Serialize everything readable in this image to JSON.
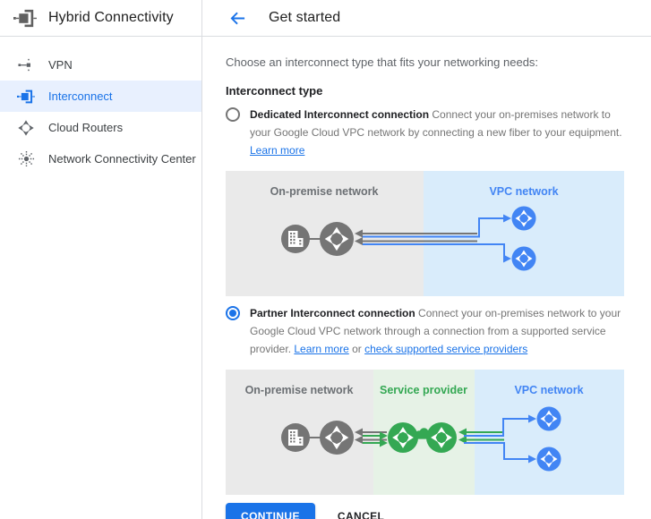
{
  "sidebar": {
    "title": "Hybrid Connectivity",
    "logo_icon": "hybrid-connectivity-icon",
    "items": [
      {
        "label": "VPN",
        "icon": "vpn-icon",
        "selected": false
      },
      {
        "label": "Interconnect",
        "icon": "interconnect-icon",
        "selected": true
      },
      {
        "label": "Cloud Routers",
        "icon": "cloud-routers-icon",
        "selected": false
      },
      {
        "label": "Network Connectivity Center",
        "icon": "network-connectivity-center-icon",
        "selected": false
      }
    ]
  },
  "header": {
    "title": "Get started",
    "back_icon": "arrow-left-icon"
  },
  "main": {
    "intro": "Choose an interconnect type that fits your networking needs:",
    "section_label": "Interconnect type",
    "options": [
      {
        "title": "Dedicated Interconnect connection",
        "description": "Connect your on-premises network to your Google Cloud VPC network by connecting a new fiber to your equipment.",
        "learn_more": "Learn more",
        "selected": false
      },
      {
        "title": "Partner Interconnect connection",
        "description": "Connect your on-premises network to your Google Cloud VPC network through a connection from a supported service provider.",
        "learn_more": "Learn more",
        "or_text": "or",
        "providers_link": "check supported service providers",
        "selected": true
      }
    ],
    "diagrams": [
      {
        "panels": [
          "On-premise network",
          "VPC network"
        ]
      },
      {
        "panels": [
          "On-premise network",
          "Service provider",
          "VPC network"
        ]
      }
    ],
    "buttons": {
      "continue": "CONTINUE",
      "cancel": "CANCEL"
    }
  },
  "colors": {
    "accent_blue": "#1a73e8",
    "diagram_blue": "#4285f4",
    "diagram_green": "#34a853",
    "element_gray": "#757575",
    "panel_gray": "#eaeaea",
    "panel_green": "#e6f2e6",
    "panel_blue": "#d9ecfb",
    "selected_item_bg": "#e8f0fe",
    "label_gray": "#6c7074"
  }
}
